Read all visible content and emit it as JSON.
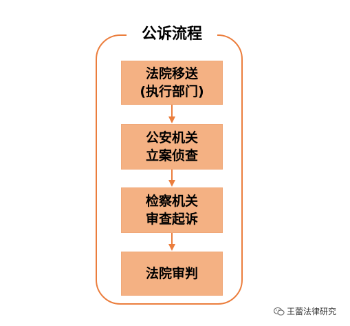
{
  "title": "公诉流程",
  "steps": [
    {
      "line1": "法院移送",
      "line2": "(执行部门)"
    },
    {
      "line1": "公安机关",
      "line2": "立案侦查"
    },
    {
      "line1": "检察机关",
      "line2": "审查起诉"
    },
    {
      "line1": "法院审判",
      "line2": ""
    }
  ],
  "watermark": {
    "icon": "wechat-icon",
    "text": "王蕾法律研究"
  },
  "colors": {
    "border": "#eb7d3c",
    "box_fill": "#f4b183",
    "arrow": "#eb7d3c"
  }
}
